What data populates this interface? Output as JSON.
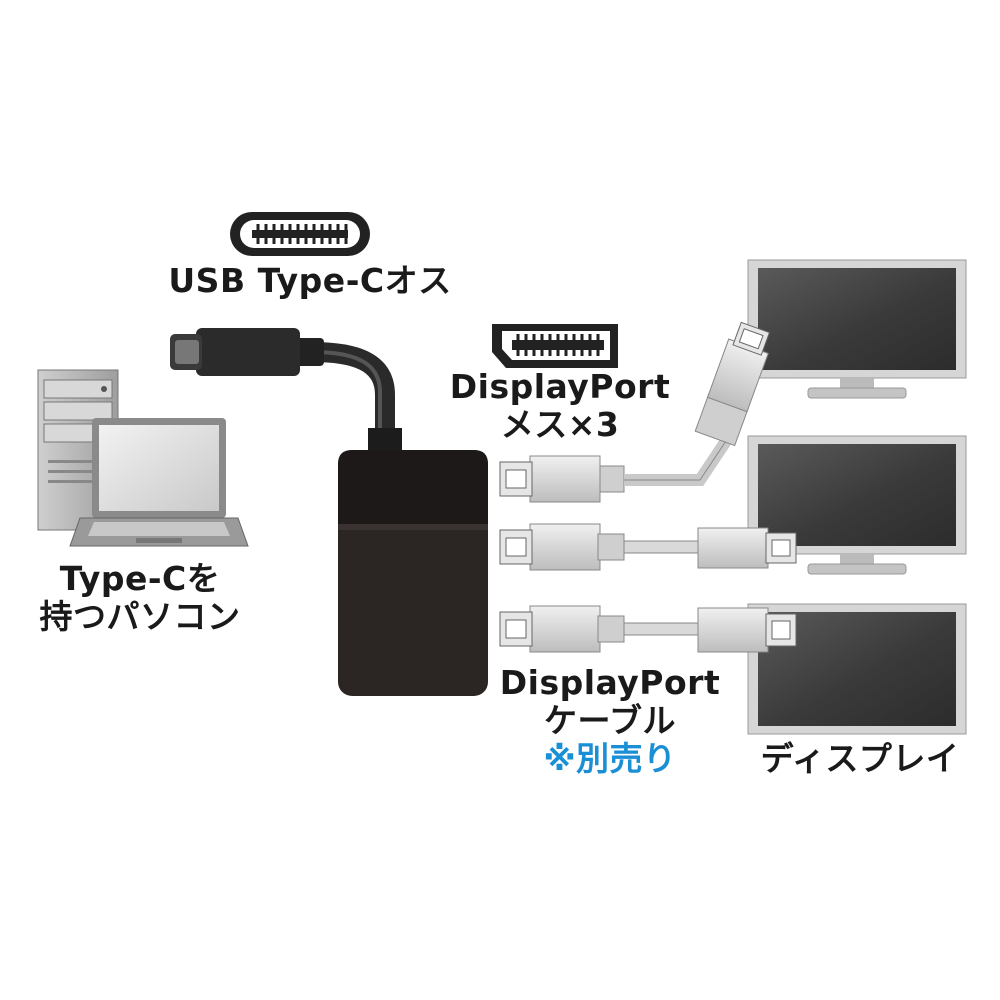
{
  "labels": {
    "usb_c_male": "USB Type-Cオス",
    "displayport_female_line1": "DisplayPort",
    "displayport_female_line2": "メス×3",
    "pc_line1": "Type-Cを",
    "pc_line2": "持つパソコン",
    "cable_line1": "DisplayPort",
    "cable_line2": "ケーブル",
    "cable_note": "※別売り",
    "display": "ディスプレイ"
  },
  "colors": {
    "note_blue": "#1a8fd6",
    "adapter_dark": "#2b2523",
    "adapter_top": "#1c1918",
    "monitor_screen": "#4a4a4a",
    "plug_gray": "#d9d9d9"
  },
  "icons": {
    "usb_c_port": "usb-c-port-icon",
    "displayport_port": "displayport-port-icon",
    "pc": "desktop-and-laptop-icon",
    "display": "monitor-icon"
  }
}
